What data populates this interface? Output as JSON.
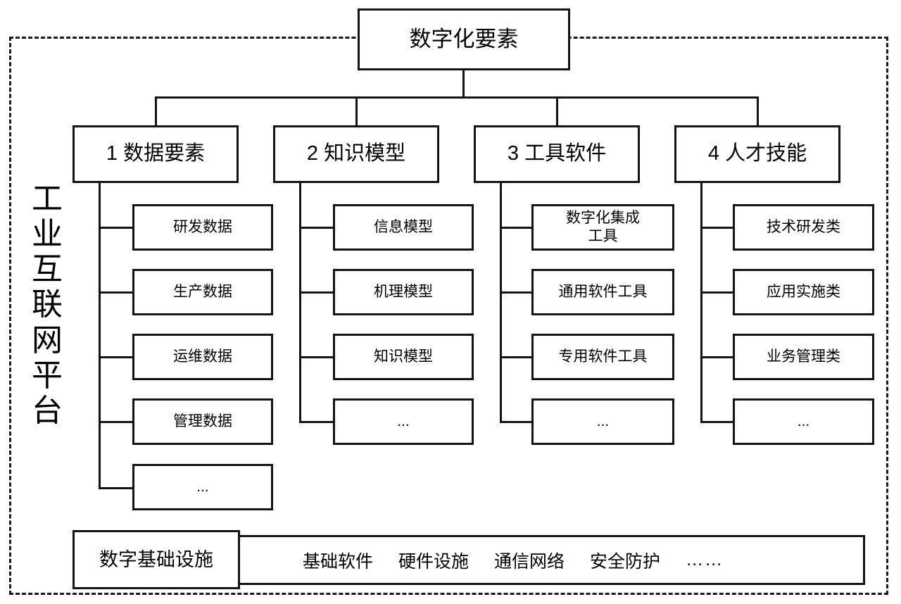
{
  "diagram": {
    "title": "数字化要素",
    "platform_label": "工业互联网平台",
    "root": {
      "label": "数字化要素"
    },
    "categories": [
      {
        "id": "data-elements",
        "label": "1 数据要素",
        "children": [
          {
            "label": "研发数据"
          },
          {
            "label": "生产数据"
          },
          {
            "label": "运维数据"
          },
          {
            "label": "管理数据"
          },
          {
            "label": "..."
          }
        ]
      },
      {
        "id": "knowledge-models",
        "label": "2 知识模型",
        "children": [
          {
            "label": "信息模型"
          },
          {
            "label": "机理模型"
          },
          {
            "label": "知识模型"
          },
          {
            "label": "..."
          }
        ]
      },
      {
        "id": "tool-software",
        "label": "3 工具软件",
        "children": [
          {
            "label": "数字化集成\n工具"
          },
          {
            "label": "通用软件工具"
          },
          {
            "label": "专用软件工具"
          },
          {
            "label": "..."
          }
        ]
      },
      {
        "id": "talent-skills",
        "label": "4 人才技能",
        "children": [
          {
            "label": "技术研发类"
          },
          {
            "label": "应用实施类"
          },
          {
            "label": "业务管理类"
          },
          {
            "label": "..."
          }
        ]
      }
    ],
    "infrastructure": {
      "label": "数字基础设施",
      "items": [
        {
          "label": "基础软件"
        },
        {
          "label": "硬件设施"
        },
        {
          "label": "通信网络"
        },
        {
          "label": "安全防护"
        },
        {
          "label": "……"
        }
      ]
    },
    "colors": {
      "stroke": "#141414",
      "dashed_frame": "#1a1a1a",
      "background": "#ffffff"
    }
  }
}
